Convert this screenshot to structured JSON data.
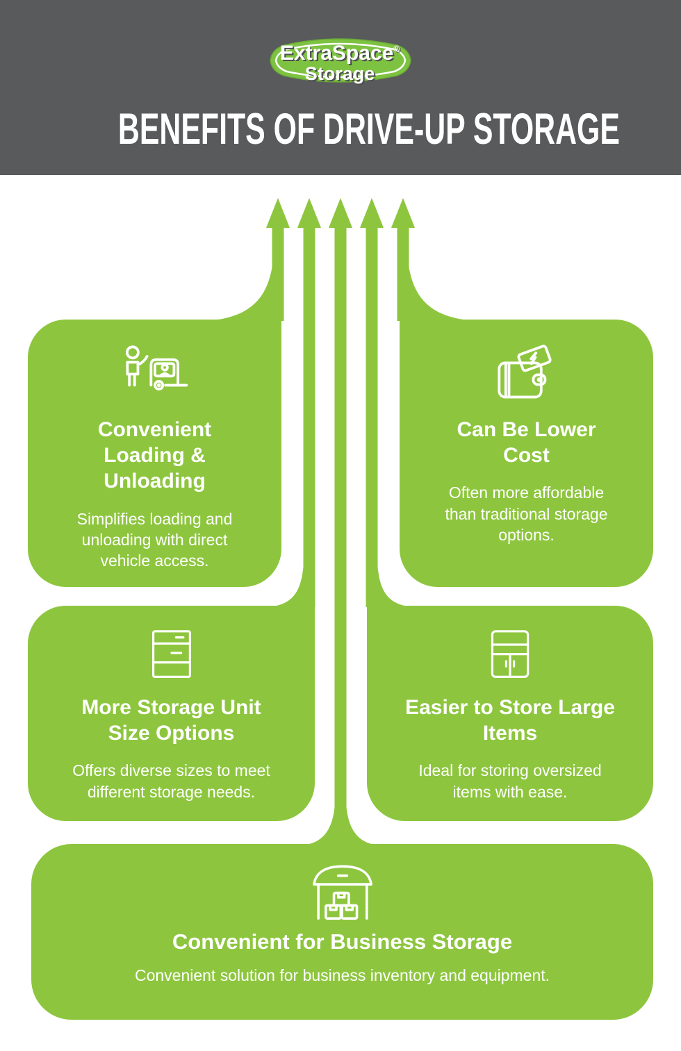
{
  "header": {
    "logo": {
      "line1": "ExtraSpace",
      "registered": "®",
      "line2": "Storage"
    },
    "title": "BENEFITS OF DRIVE-UP STORAGE"
  },
  "cards": [
    {
      "icon": "person-vehicle-icon",
      "title": "Convenient Loading & Unloading",
      "title_lines": [
        "Convenient",
        "Loading &",
        "Unloading"
      ],
      "body": "Simplifies loading and unloading with direct vehicle access.",
      "body_lines": [
        "Simplifies loading and",
        "unloading with direct",
        "vehicle access."
      ]
    },
    {
      "icon": "wallet-cash-icon",
      "title": "Can Be Lower Cost",
      "title_lines": [
        "Can Be Lower",
        "Cost"
      ],
      "body": "Often more affordable than traditional storage options.",
      "body_lines": [
        "Often more affordable",
        "than traditional storage",
        "options."
      ]
    },
    {
      "icon": "storage-unit-icon",
      "title": "More Storage Unit Size Options",
      "title_lines": [
        "More Storage Unit",
        "Size Options"
      ],
      "body": "Offers diverse sizes to meet different storage needs.",
      "body_lines": [
        "Offers diverse sizes to meet",
        "different storage needs."
      ]
    },
    {
      "icon": "large-cabinet-icon",
      "title": "Easier to Store Large Items",
      "title_lines": [
        "Easier to Store Large",
        "Items"
      ],
      "body": "Ideal for storing oversized items with ease.",
      "body_lines": [
        "Ideal for storing oversized",
        "items with ease."
      ]
    },
    {
      "icon": "warehouse-boxes-icon",
      "title": "Convenient for Business Storage",
      "title_lines": [
        "Convenient for Business Storage"
      ],
      "body": "Convenient solution for business inventory and equipment.",
      "body_lines": [
        "Convenient solution for business inventory and equipment."
      ]
    }
  ],
  "colors": {
    "green": "#8dc63e",
    "logo_green": "#7ec242",
    "header_gray": "#595a5c",
    "text_white": "#ffffff"
  }
}
